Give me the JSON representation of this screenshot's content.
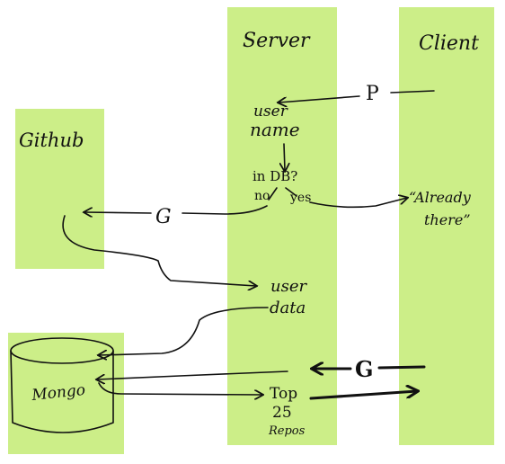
{
  "colors": {
    "panel": "#ccee88",
    "ink": "#111111"
  },
  "lanes": {
    "server": "Server",
    "client": "Client",
    "github": "Github",
    "mongo": "Mongo"
  },
  "labels": {
    "user_name_line1": "user",
    "user_name_line2": "name",
    "in_db": "in DB?",
    "no": "no",
    "yes": "yes",
    "already_line1": "“Already",
    "already_line2": "there”",
    "user_data_line1": "user",
    "user_data_line2": "data",
    "top_line1": "Top",
    "top_line2": "25",
    "top_line3": "Repos",
    "p_arrow": "P",
    "g_arrow_github": "G",
    "g_arrow_client": "G"
  }
}
